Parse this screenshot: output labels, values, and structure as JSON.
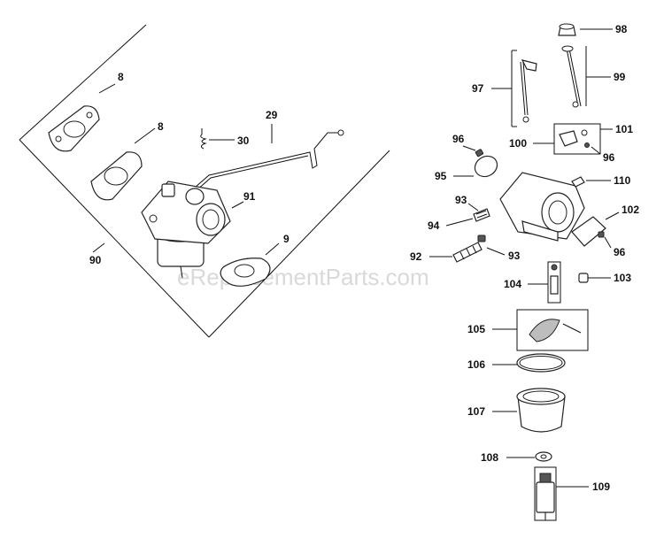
{
  "diagram": {
    "watermark": "eReplacementParts.com",
    "callouts": {
      "c8a": "8",
      "c8b": "8",
      "c29": "29",
      "c30": "30",
      "c91": "91",
      "c9": "9",
      "c90": "90",
      "c98": "98",
      "c97": "97",
      "c99": "99",
      "c96a": "96",
      "c101": "101",
      "c100": "100",
      "c96b": "96",
      "c95": "95",
      "c110": "110",
      "c93a": "93",
      "c102": "102",
      "c94": "94",
      "c96c": "96",
      "c92": "92",
      "c93b": "93",
      "c104": "104",
      "c103": "103",
      "c105": "105",
      "c106": "106",
      "c107": "107",
      "c108": "108",
      "c109": "109"
    }
  }
}
